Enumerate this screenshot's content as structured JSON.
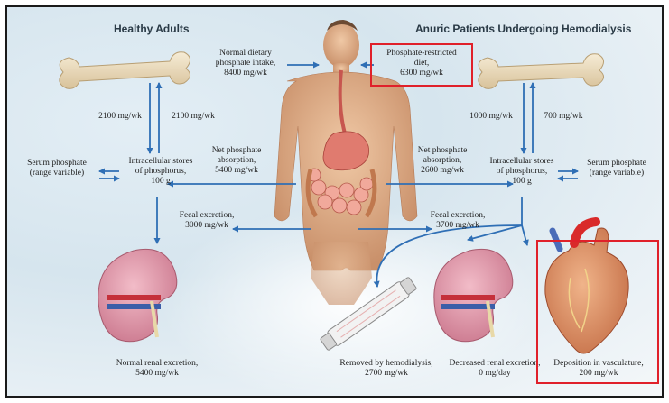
{
  "headers": {
    "left": "Healthy Adults",
    "right": "Anuric Patients Undergoing Hemodialysis"
  },
  "labels": {
    "normal_intake": "Normal dietary\nphosphate intake,\n8400 mg/wk",
    "restricted_diet": "Phosphate-restricted\ndiet,\n6300 mg/wk",
    "left_bone_down": "2100 mg/wk",
    "left_bone_up": "2100 mg/wk",
    "right_bone_down": "1000 mg/wk",
    "right_bone_up": "700 mg/wk",
    "serum_left": "Serum phosphate\n(range variable)",
    "serum_right": "Serum phosphate\n(range variable)",
    "stores_left": "Intracellular stores\nof phosphorus,\n100 g",
    "stores_right": "Intracellular stores\nof phosphorus,\n100 g",
    "absorption_left": "Net phosphate\nabsorption,\n5400 mg/wk",
    "absorption_right": "Net phosphate\nabsorption,\n2600 mg/wk",
    "fecal_left": "Fecal excretion,\n3000 mg/wk",
    "fecal_right": "Fecal excretion,\n3700 mg/wk",
    "renal_normal": "Normal renal excretion,\n5400 mg/wk",
    "hemodialysis": "Removed by hemodialysis,\n2700 mg/wk",
    "renal_decreased": "Decreased renal excretion,\n0 mg/day",
    "vasculature": "Deposition in vasculature,\n200 mg/wk"
  },
  "icons": {
    "bone_left": "bone-icon",
    "bone_right": "bone-icon",
    "human": "human-body-icon",
    "kidney_left": "kidney-icon",
    "kidney_right": "kidney-icon",
    "dialyzer": "dialyzer-icon",
    "heart": "heart-icon"
  },
  "colors": {
    "arrow": "#2f6fb5",
    "highlight": "#e0202a",
    "header": "#2a3a46"
  }
}
